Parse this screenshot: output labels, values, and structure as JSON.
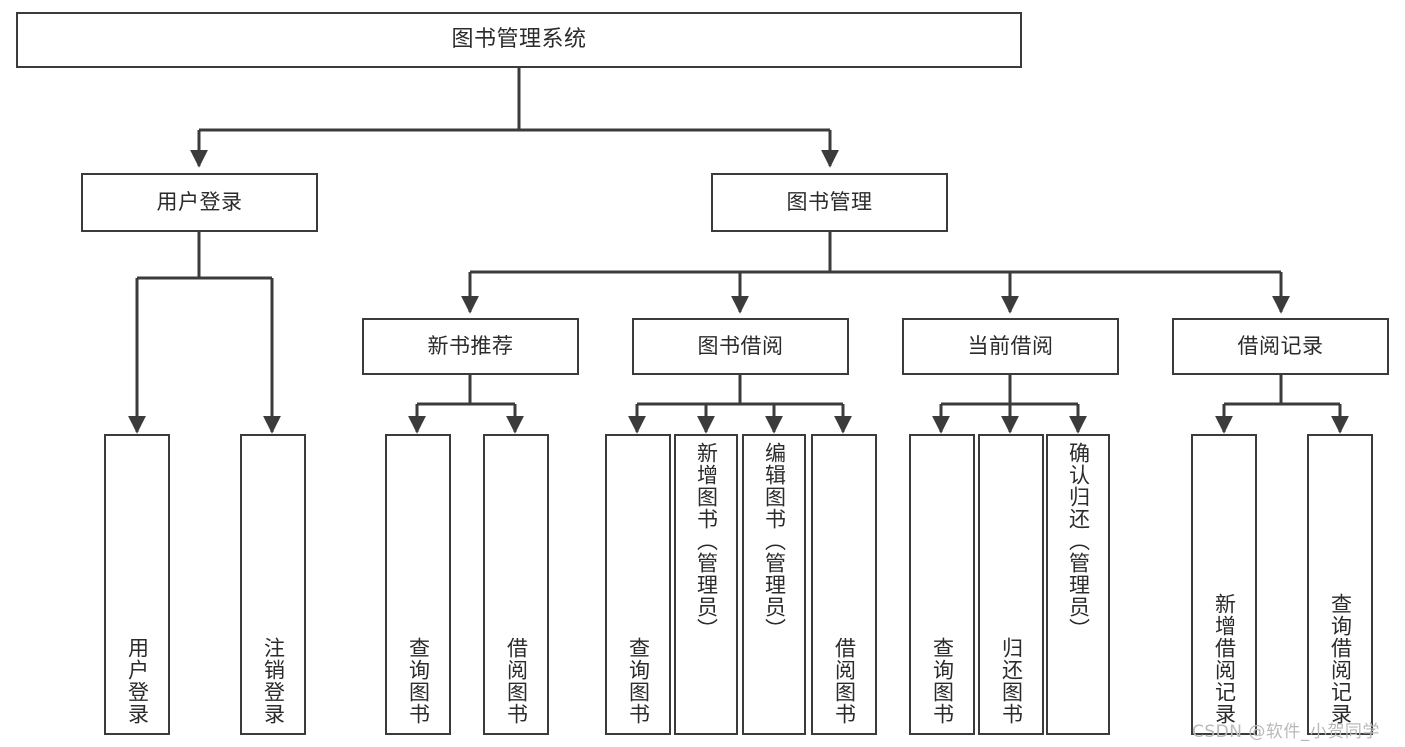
{
  "diagram": {
    "type": "tree-hierarchy",
    "title": "图书管理系统",
    "watermark": "CSDN @软件_小贺同学",
    "colors": {
      "stroke": "#3b3b3b",
      "fill": "#ffffff",
      "text": "#2b2b2b",
      "watermark": "#b9b9b9",
      "background": "#ffffff"
    },
    "nodes": {
      "root": {
        "label": "图书管理系统"
      },
      "level1": [
        {
          "label": "用户登录"
        },
        {
          "label": "图书管理"
        }
      ],
      "level2": [
        {
          "label": "新书推荐"
        },
        {
          "label": "图书借阅"
        },
        {
          "label": "当前借阅"
        },
        {
          "label": "借阅记录"
        }
      ],
      "leaves": {
        "user_login": [
          {
            "label": "用户登录"
          },
          {
            "label": "注销登录"
          }
        ],
        "new_book_recommend": [
          {
            "label": "查询图书"
          },
          {
            "label": "借阅图书"
          }
        ],
        "book_borrow": [
          {
            "label": "查询图书"
          },
          {
            "label": "新增图书（管理员）"
          },
          {
            "label": "编辑图书（管理员）"
          },
          {
            "label": "借阅图书"
          }
        ],
        "current_borrow": [
          {
            "label": "查询图书"
          },
          {
            "label": "归还图书"
          },
          {
            "label": "确认归还（管理员）"
          }
        ],
        "borrow_record": [
          {
            "label": "新增借阅记录"
          },
          {
            "label": "查询借阅记录"
          }
        ]
      }
    }
  }
}
